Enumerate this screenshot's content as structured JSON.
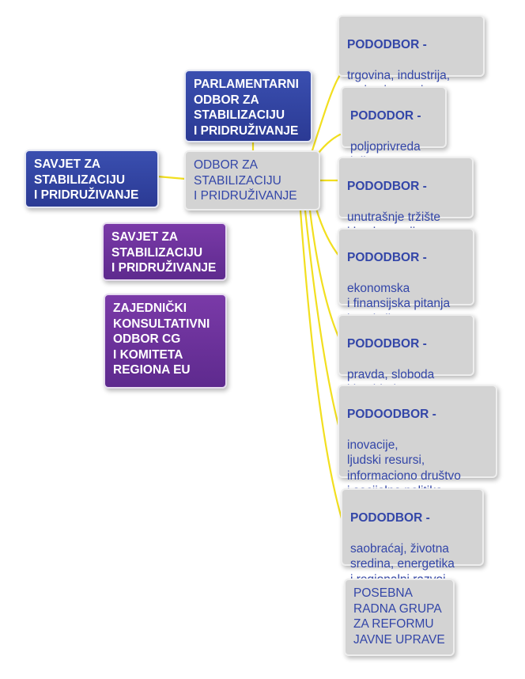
{
  "nodes": {
    "savjet_blue": "SAVJET ZA\nSTABILIZACIJU\nI PRIDRUŽIVANJE",
    "parlamentarni": "PARLAMENTARNI\nODBOR ZA\nSTABILIZACIJU\nI PRIDRUŽIVANJE",
    "odbor": "ODBOR ZA\nSTABILIZACIJU\nI PRIDRUŽIVANJE",
    "savjet_purple": "SAVJET ZA\nSTABILIZACIJU\nI PRIDRUŽIVANJE",
    "zajednicki": "ZAJEDNIČKI\nKONSULTATIVNI\nODBOR CG\nI KOMITETA\nREGIONA EU",
    "posebna": "POSEBNA\nRADNA GRUPA\nZA REFORMU\nJAVNE UPRAVE"
  },
  "pododbori": [
    {
      "title": "PODODBOR -",
      "text": "trgovina, industrija,\ncarine i porezi"
    },
    {
      "title": "PODODOR -",
      "text": "poljoprivreda\ni ribarstvo"
    },
    {
      "title": "PODODBOR -",
      "text": "unutrašnje tržište\ni konkurencija"
    },
    {
      "title": "PODODBOR -",
      "text": "ekonomska\ni finansijska pitanja\ni statistika"
    },
    {
      "title": "PODODBOR -",
      "text": "pravda, sloboda\ni bezbjednost"
    },
    {
      "title": "PODOODBOR -",
      "text": "inovacije,\nljudski resursi,\ninformaciono društvo\ni socijalna politika"
    },
    {
      "title": "PODODBOR  -",
      "text": "saobraćaj, životna\nsredina, energetika\ni regionalni razvoj"
    }
  ],
  "colors": {
    "blue": "#2f41a0",
    "purple": "#6a2f9a",
    "grey": "#d3d3d3",
    "connector": "#f2df1f",
    "grey_text": "#3346a8"
  }
}
